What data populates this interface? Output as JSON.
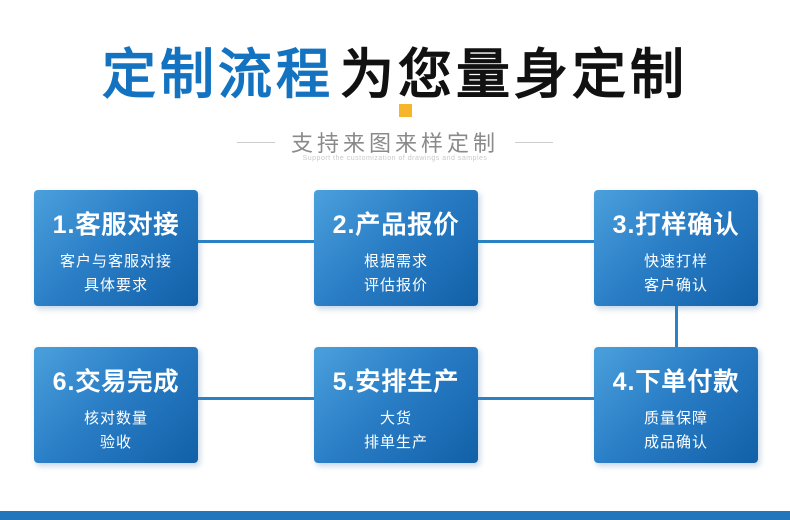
{
  "header": {
    "title_blue": "定制流程",
    "title_black": "为您量身定制",
    "subtitle": "支持来图来样定制",
    "subtitle_en": "Support the customization of drawings and samples"
  },
  "steps": [
    {
      "title": "1.客服对接",
      "lines": [
        "客户与客服对接",
        "具体要求"
      ]
    },
    {
      "title": "2.产品报价",
      "lines": [
        "根据需求",
        "评估报价"
      ]
    },
    {
      "title": "3.打样确认",
      "lines": [
        "快速打样",
        "客户确认"
      ]
    },
    {
      "title": "6.交易完成",
      "lines": [
        "核对数量",
        "验收"
      ]
    },
    {
      "title": "5.安排生产",
      "lines": [
        "大货",
        "排单生产"
      ]
    },
    {
      "title": "4.下单付款",
      "lines": [
        "质量保障",
        "成品确认"
      ]
    }
  ],
  "colors": {
    "accent_blue": "#1373c0",
    "accent_yellow": "#f7b52c",
    "connector": "#2a82c4",
    "box_gradient_start": "#4ba0dc",
    "box_gradient_end": "#1160a8"
  }
}
